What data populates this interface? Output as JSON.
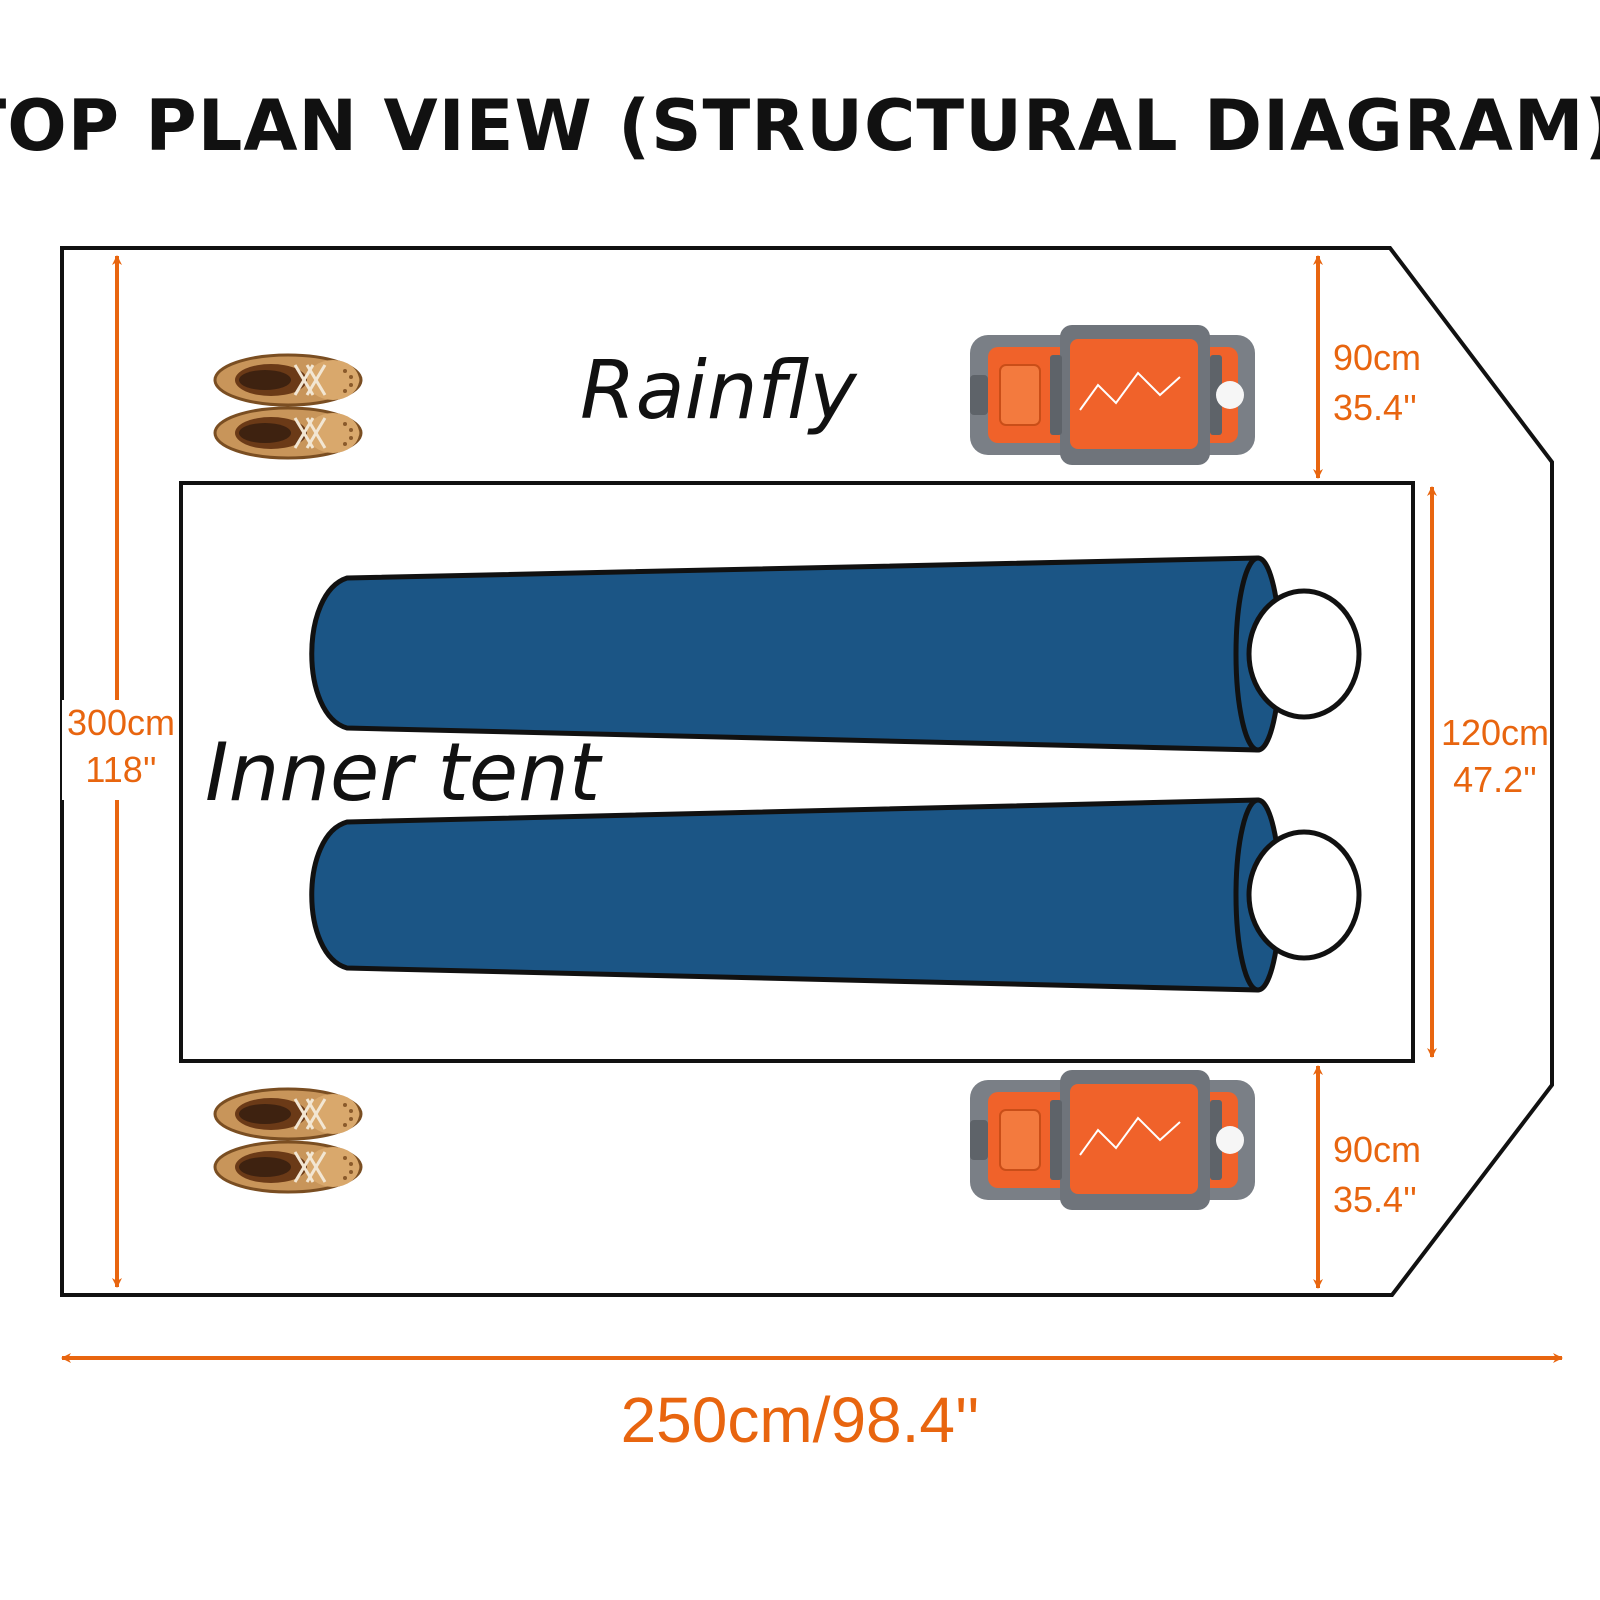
{
  "title": "TOP PLAN VIEW (STRUCTURAL DIAGRAM)",
  "labels": {
    "rainfly": "Rainfly",
    "inner_tent": "Inner tent"
  },
  "dimensions": {
    "total_length": {
      "cm": "300cm",
      "inch": "118''"
    },
    "vestibule_top": {
      "cm": "90cm",
      "inch": "35.4''"
    },
    "inner_width": {
      "cm": "120cm",
      "inch": "47.2''"
    },
    "vestibule_bottom": {
      "cm": "90cm",
      "inch": "35.4''"
    },
    "total_width": "250cm/98.4''"
  },
  "colors": {
    "accent_orange": "#E8650F",
    "sleeping_bag_blue": "#1B5585",
    "outline": "#111111",
    "shoe_tan": "#C8955A",
    "backpack_orange": "#F0622A",
    "backpack_gray": "#7A7F86"
  },
  "icons": {
    "shoes": "shoes-icon",
    "backpack": "backpack-icon",
    "sleeping_bag": "sleeping-bag-icon"
  }
}
